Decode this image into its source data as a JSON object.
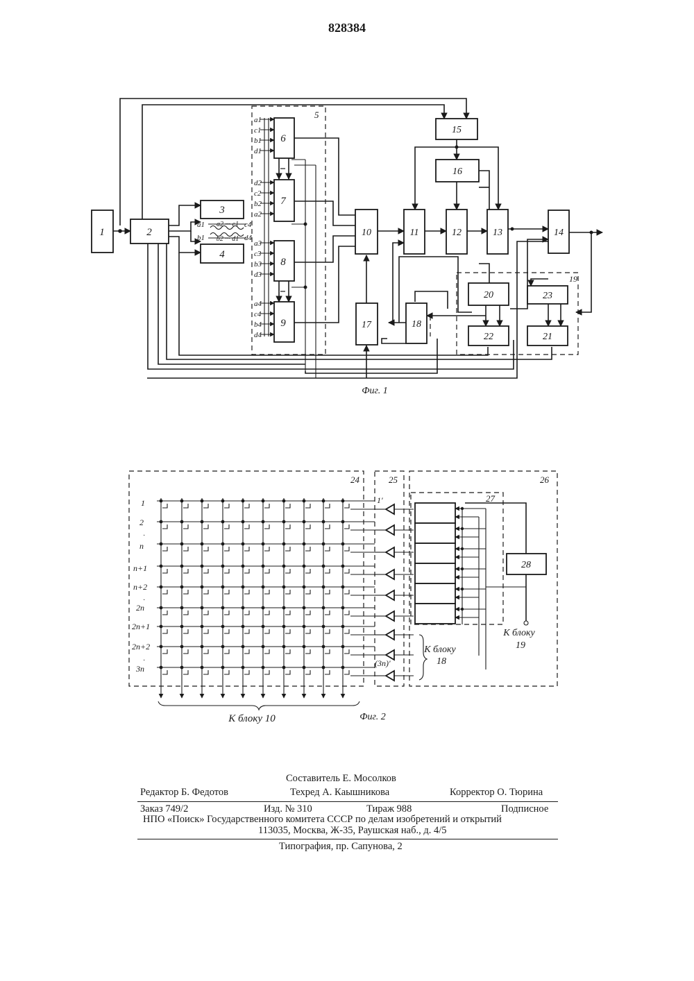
{
  "patent_number": "828384",
  "figure1": {
    "caption": "Фиг. 1",
    "blocks": {
      "b1": "1",
      "b2": "2",
      "b3": "3",
      "b4": "4",
      "b5": "5",
      "b6": "6",
      "b7": "7",
      "b8": "8",
      "b9": "9",
      "b10": "10",
      "b11": "11",
      "b12": "12",
      "b13": "13",
      "b14": "14",
      "b15": "15",
      "b16": "16",
      "b17": "17",
      "b18": "18",
      "b19": "19",
      "b20": "20",
      "b21": "21",
      "b22": "22",
      "b23": "23"
    },
    "labels": {
      "a1": "a1",
      "c1": "c1",
      "b1": "b1",
      "d1": "d1",
      "d2": "d2",
      "c2": "c2",
      "b2": "b2",
      "a2": "a2",
      "a3": "a3",
      "c3": "c3",
      "b3": "b3",
      "d3": "d3",
      "a4": "a4",
      "c4": "c4",
      "b4": "b4",
      "d4": "d4",
      "mid_a": "a1",
      "mid_b": "b1",
      "mid_c4": "c4",
      "mid_d4": "d4",
      "bus_top": "a2 ··· c1",
      "bus_bot": "b2 ··· d1"
    }
  },
  "figure2": {
    "caption": "Фиг. 2",
    "region_24": "24",
    "region_25": "25",
    "region_26": "26",
    "block_27": "27",
    "block_28": "28",
    "row_labels": [
      "1",
      "2",
      "n",
      "n+1",
      "n+2",
      "2n",
      "2n+1",
      "2n+2",
      "3n"
    ],
    "label_first": "1'",
    "label_last": "(3n)'",
    "to_block_10": "К блоку 10",
    "to_block_18_line1": "К блоку",
    "to_block_18_line2": "18",
    "to_block_19_line1": "К блоку",
    "to_block_19_line2": "19"
  },
  "footer": {
    "compiler": "Составитель Е. Мосолков",
    "editor": "Редактор Б. Федотов",
    "techred": "Техред А. Кaышникова",
    "corrector": "Корректор О. Тюрина",
    "order": "Заказ 749/2",
    "izd": "Изд. № 310",
    "tirazh": "Тираж 988",
    "podpisnoe": "Подписное",
    "npo": "НПО «Поиск» Государственного комитета СССР по делам изобретений и открытий",
    "address": "113035, Москва, Ж-35, Раушская наб., д. 4/5",
    "typography": "Типография, пр. Сапунова, 2"
  }
}
